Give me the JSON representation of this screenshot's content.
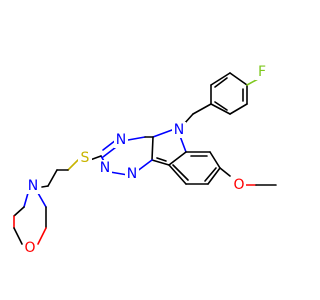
{
  "atoms": {
    "fluorine": "F",
    "nitrogen_indole": "N",
    "nitrogen_triazine_upper": "N",
    "nitrogen_triazine_lower_left": "N",
    "nitrogen_triazine_lower_right": "N",
    "sulfur": "S",
    "nitrogen_morpholine": "N",
    "oxygen_morpholine": "O",
    "oxygen_methoxy": "O"
  },
  "colors": {
    "nitrogen": "#0000ff",
    "oxygen": "#ff0000",
    "sulfur": "#c8b400",
    "fluorine": "#7fc820",
    "carbon": "#000000"
  }
}
